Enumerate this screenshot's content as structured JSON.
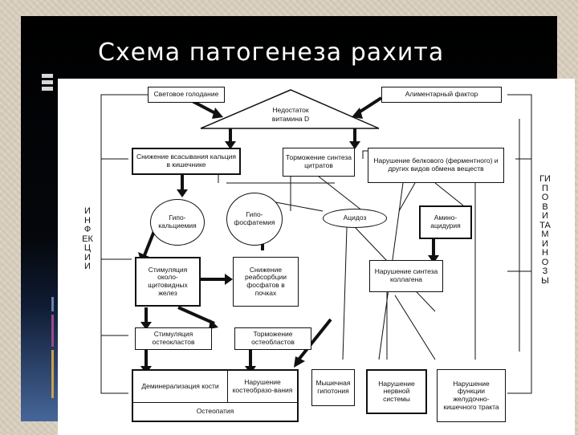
{
  "slide": {
    "title": "Схема патогенеза рахита"
  },
  "diagram": {
    "side_left": "ИНФЕКЦИИ",
    "side_right": "ГИПОВИТАМИНОЗЫ",
    "nodes": {
      "light_starvation": "Световое голодание",
      "alimentary": "Алиментарный фактор",
      "vitd_line1": "Недостаток",
      "vitd_line2": "витамина D",
      "calcium_absorption": "Снижение всасывания кальция в кишечнике",
      "citrate_inhibition": "Торможение синтеза цитратов",
      "protein_disorder": "Нарушение белкового (ферментного) и других видов обмена веществ",
      "hypocalcemia": "Гипо-кальциемия",
      "hypophosphatemia": "Гипо-фосфатемия",
      "acidosis": "Ацидоз",
      "aminoaciduria": "Амино-ацидурия",
      "parathyroid": "Стимуляция около-щитовидных желез",
      "phosphate_reabsorption": "Снижение реабсорбции фосфатов в почках",
      "collagen": "Нарушение синтеза коллагена",
      "osteoclasts": "Стимуляция остеокластов",
      "osteoblasts": "Торможение остеобластов",
      "demineralization": "Деминерализация кости",
      "bone_formation": "Нарушение костеобразо-вания",
      "osteopathy": "Остеопатия",
      "muscle_hypotonia": "Мышечная гипотония",
      "nervous_system": "Нарушение нервной системы",
      "gi_tract": "Нарушение функции желудочно-кишечного тракта"
    }
  },
  "colors": {
    "slide_top": "#000000",
    "slide_bottom": "#46669a",
    "border": "#d9cfbf"
  }
}
